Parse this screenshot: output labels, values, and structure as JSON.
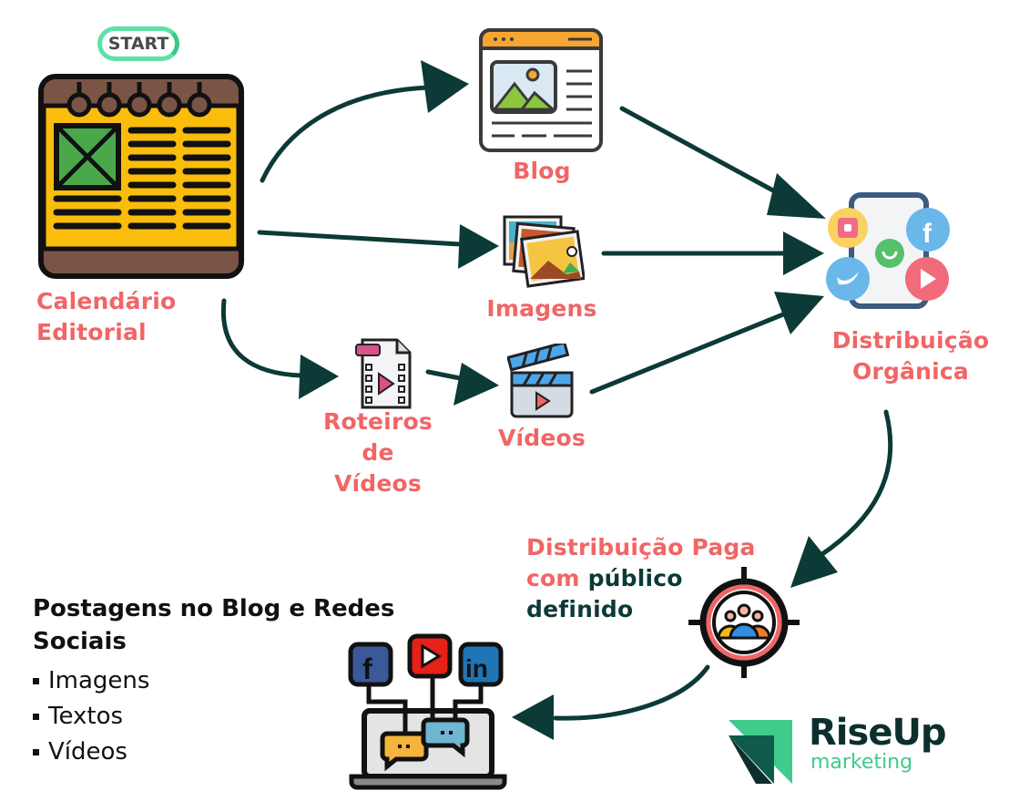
{
  "start_badge": "START",
  "nodes": {
    "calendar": {
      "line1": "Calendário",
      "line2": "Editorial"
    },
    "blog": {
      "label": "Blog"
    },
    "images": {
      "label": "Imagens"
    },
    "scripts": {
      "line1": "Roteiros",
      "line2": "de",
      "line3": "Vídeos"
    },
    "videos": {
      "label": "Vídeos"
    },
    "organic": {
      "line1": "Distribuição",
      "line2": "Orgânica"
    },
    "paid": {
      "line1": "Distribuição Paga",
      "line2_a": "com",
      "line2_b": "público",
      "line3": "definido"
    }
  },
  "posts": {
    "title": "Postagens no Blog e Redes Sociais",
    "items": [
      "Imagens",
      "Textos",
      "Vídeos"
    ]
  },
  "logo": {
    "name": "RiseUp",
    "sub": "marketing"
  },
  "colors": {
    "label": "#f16566",
    "arrow": "#0c3a36",
    "accent_green": "#3ecb8c",
    "calendar_yellow": "#fbbd0b",
    "calendar_brown": "#7a5546"
  },
  "edges": [
    {
      "from": "calendar",
      "to": "blog"
    },
    {
      "from": "calendar",
      "to": "images"
    },
    {
      "from": "calendar",
      "to": "scripts"
    },
    {
      "from": "scripts",
      "to": "videos"
    },
    {
      "from": "blog",
      "to": "organic"
    },
    {
      "from": "images",
      "to": "organic"
    },
    {
      "from": "videos",
      "to": "organic"
    },
    {
      "from": "organic",
      "to": "paid"
    },
    {
      "from": "paid",
      "to": "posts"
    }
  ]
}
